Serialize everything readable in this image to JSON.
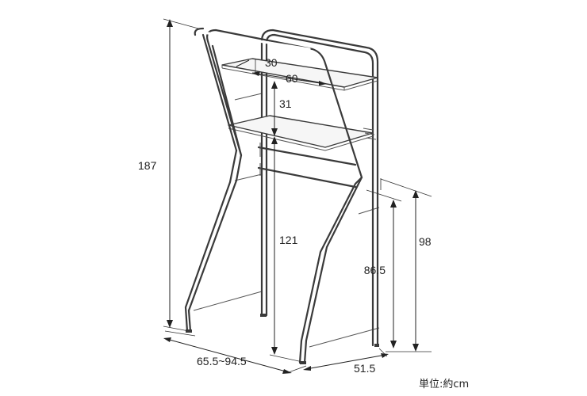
{
  "dimensions": {
    "shelf_depth": "30",
    "shelf_width": "60",
    "shelf_spacing": "31",
    "total_height": "187",
    "lower_shelf_height": "121",
    "rail_height_outer": "98",
    "rail_height_inner": "86.5",
    "width_range": "65.5~94.5",
    "depth": "51.5"
  },
  "unit_label": "単位:約cm"
}
